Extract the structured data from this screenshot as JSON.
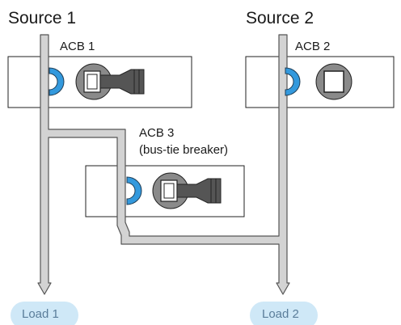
{
  "sources": [
    {
      "label": "Source 1"
    },
    {
      "label": "Source 2"
    }
  ],
  "breakers": [
    {
      "label": "ACB 1"
    },
    {
      "label": "ACB 2"
    },
    {
      "label": "ACB 3",
      "sublabel": "(bus-tie breaker)"
    }
  ],
  "loads": [
    {
      "label": "Load 1"
    },
    {
      "label": "Load 2"
    }
  ],
  "colors": {
    "busbar_fill": "#d3d3d3",
    "busbar_stroke": "#555555",
    "contact_blue": "#3399dd",
    "load_bubble": "#cfe8f7",
    "handle_dark": "#555555",
    "handle_oval": "#8a8a8a"
  }
}
